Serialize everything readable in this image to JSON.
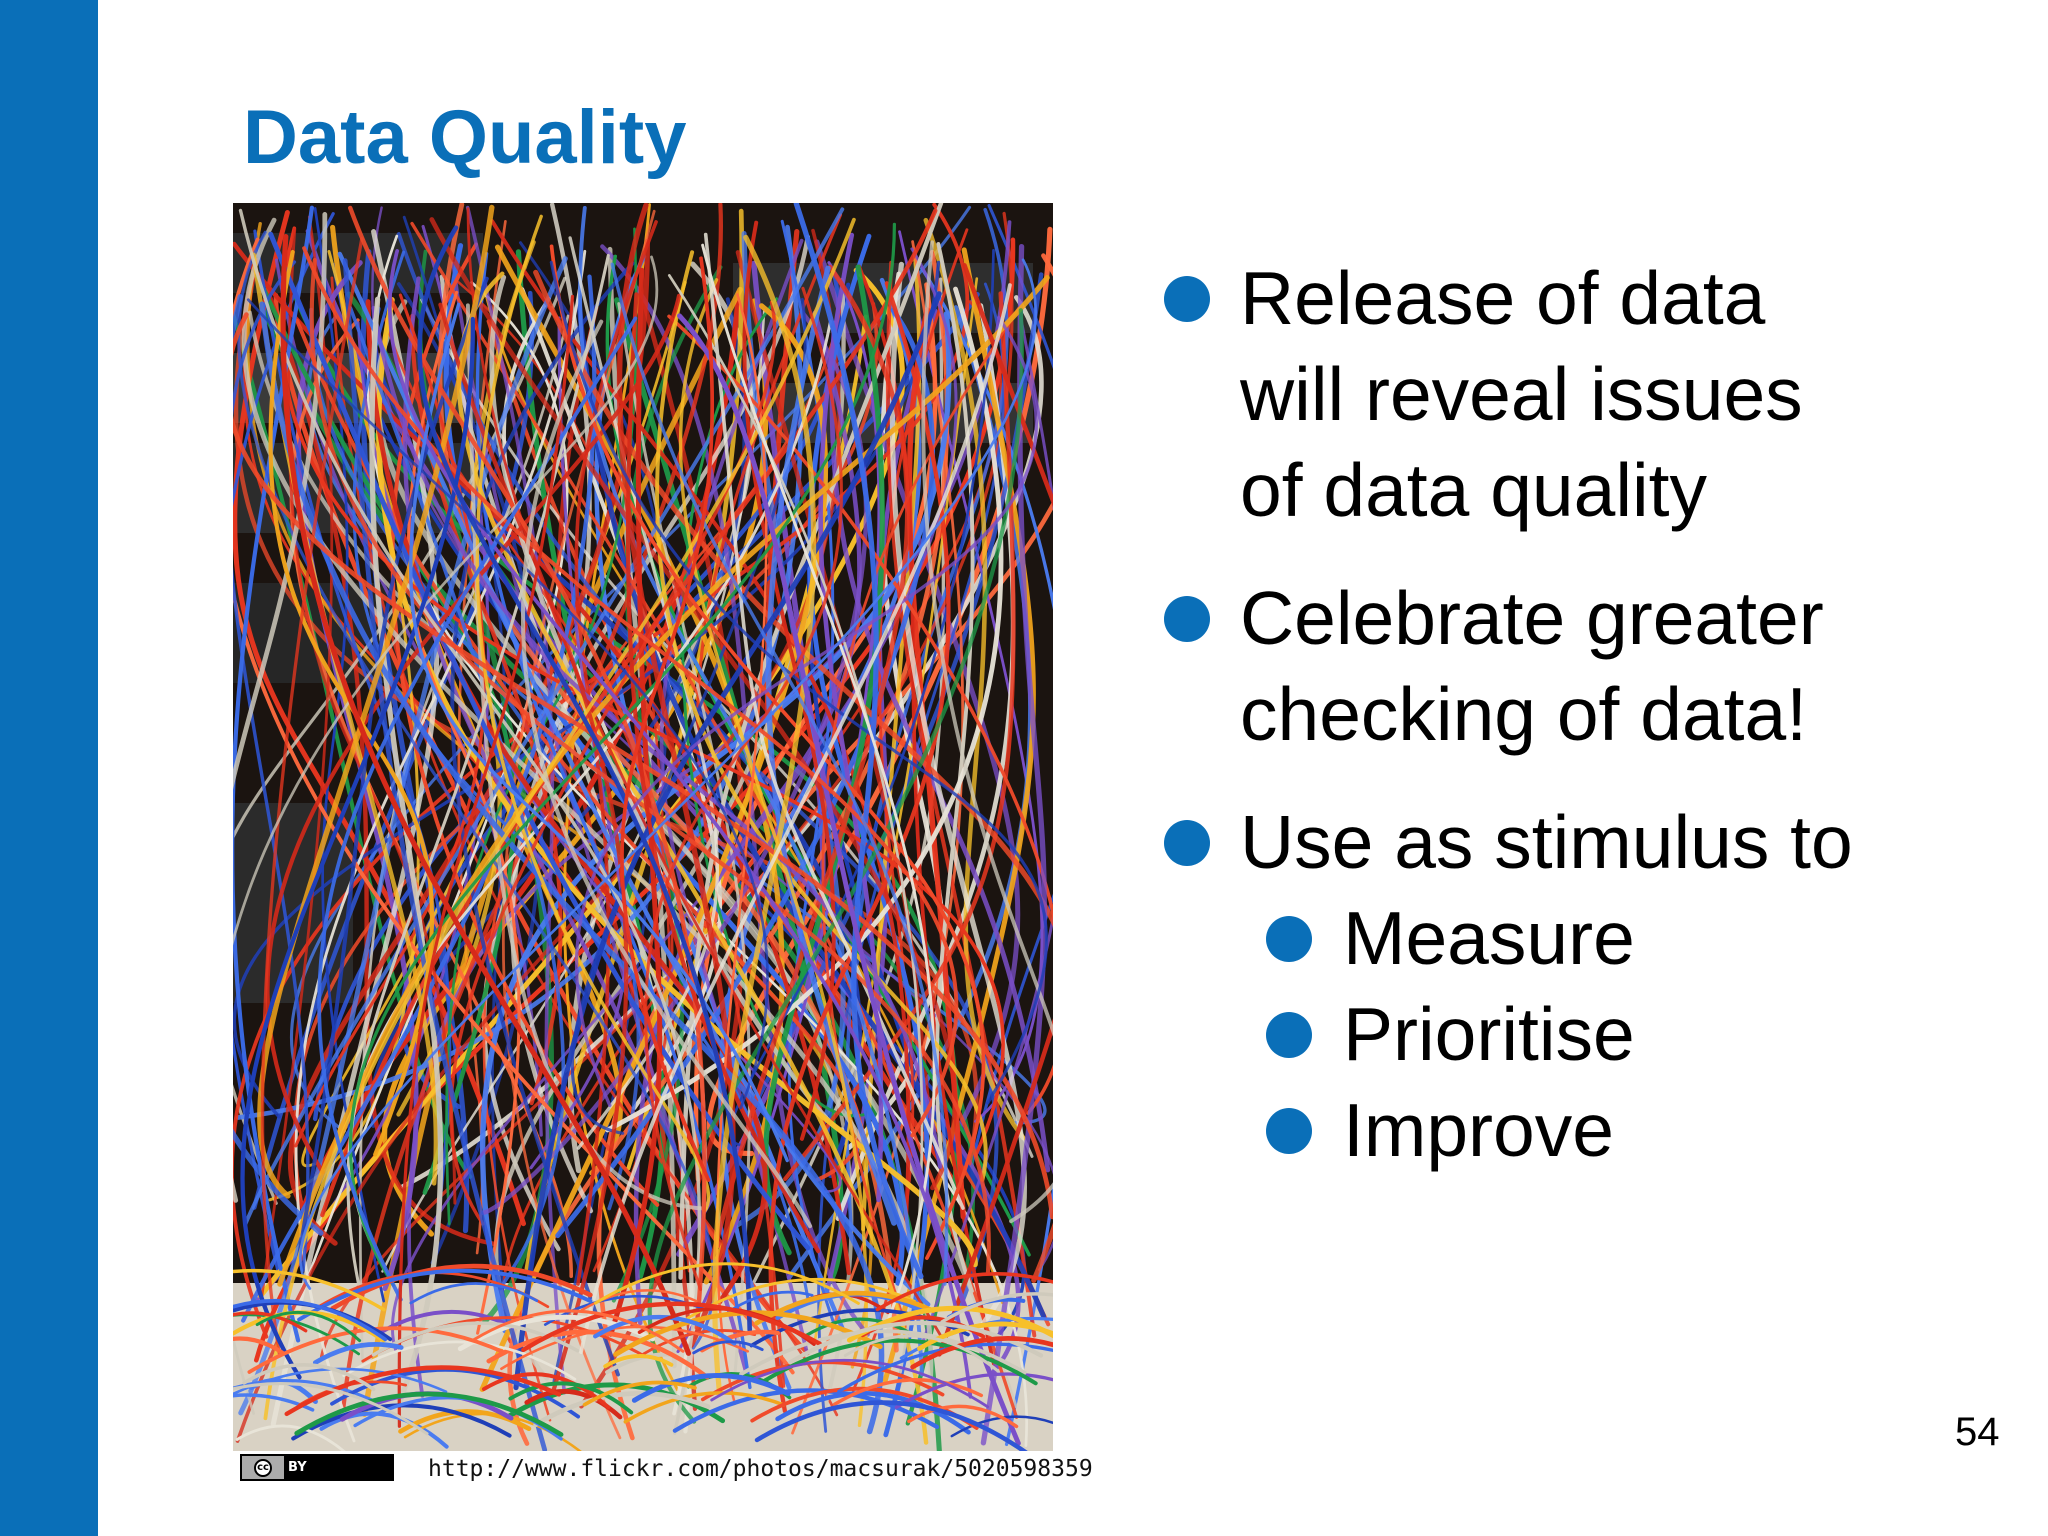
{
  "slide": {
    "title": "Data Quality",
    "page_number": "54",
    "accent_color": "#0a6fb8",
    "photo": {
      "subject": "tangled network cables in server rack",
      "credit_license": "cc BY",
      "credit_url": "http://www.flickr.com/photos/macsurak/5020598359"
    },
    "bullets": [
      {
        "lines": [
          "Release of data",
          "will reveal issues",
          "of data quality"
        ]
      },
      {
        "lines": [
          "Celebrate greater",
          "checking of data!"
        ]
      },
      {
        "lines": [
          "Use as stimulus to"
        ],
        "subitems": [
          "Measure",
          "Prioritise",
          "Improve"
        ]
      }
    ]
  }
}
